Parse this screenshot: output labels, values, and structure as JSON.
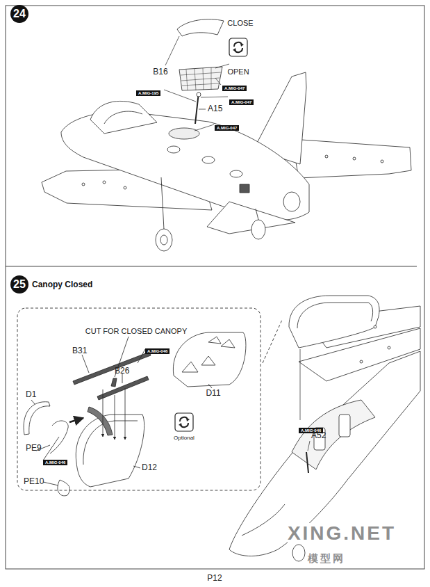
{
  "diagram": {
    "nodes": [
      {
        "text": [
          "24"
        ]
      },
      {
        "text": [
          "A.MIG-047"
        ]
      },
      {
        "text": [
          "A.MIG-195"
        ]
      },
      {
        "text": [
          "A.MIG-047"
        ]
      },
      {
        "text": [
          "A.MIG-047"
        ]
      },
      {
        "text": [
          "25",
          "Canopy Closed"
        ]
      },
      {
        "text": [
          "A.MIG-046"
        ]
      },
      {
        "text": [
          "A.MIG-046"
        ]
      },
      {
        "text": [
          "A.MIG-046"
        ]
      }
    ],
    "labels": [
      "B16",
      "CLOSE",
      "OPEN",
      "A15",
      "CUT FOR CLOSED CANOPY",
      "B31",
      "B26",
      "D11",
      "D1",
      "PE9",
      "PE10",
      "D12",
      "Optional",
      "A52",
      "XING.NET",
      "模型网",
      "P12"
    ]
  }
}
